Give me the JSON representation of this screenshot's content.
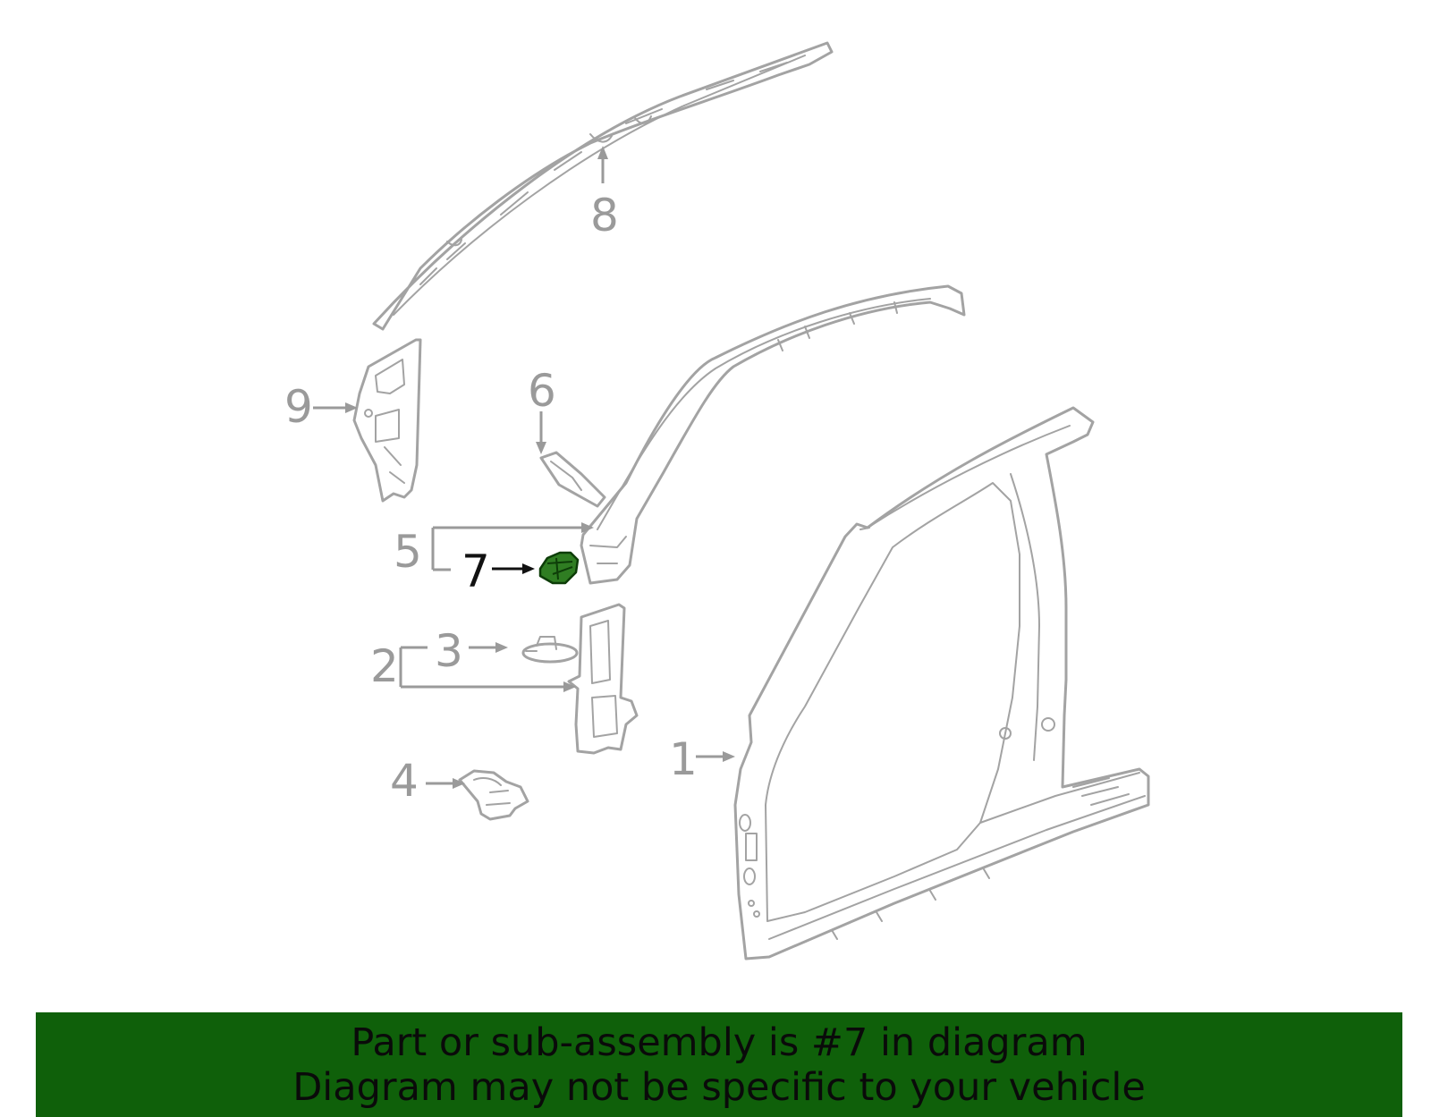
{
  "callouts": {
    "c1": "1",
    "c2": "2",
    "c3": "3",
    "c4": "4",
    "c5": "5",
    "c6": "6",
    "c7": "7",
    "c8": "8",
    "c9": "9"
  },
  "highlighted_part": "7",
  "colors": {
    "banner_bg": "#0f600a",
    "part_stroke": "#a3a3a3",
    "highlight_fill": "#2f7d22"
  },
  "banner": {
    "line1": "Part or sub-assembly is #7 in diagram",
    "line2": "Diagram may not be specific to your vehicle"
  }
}
